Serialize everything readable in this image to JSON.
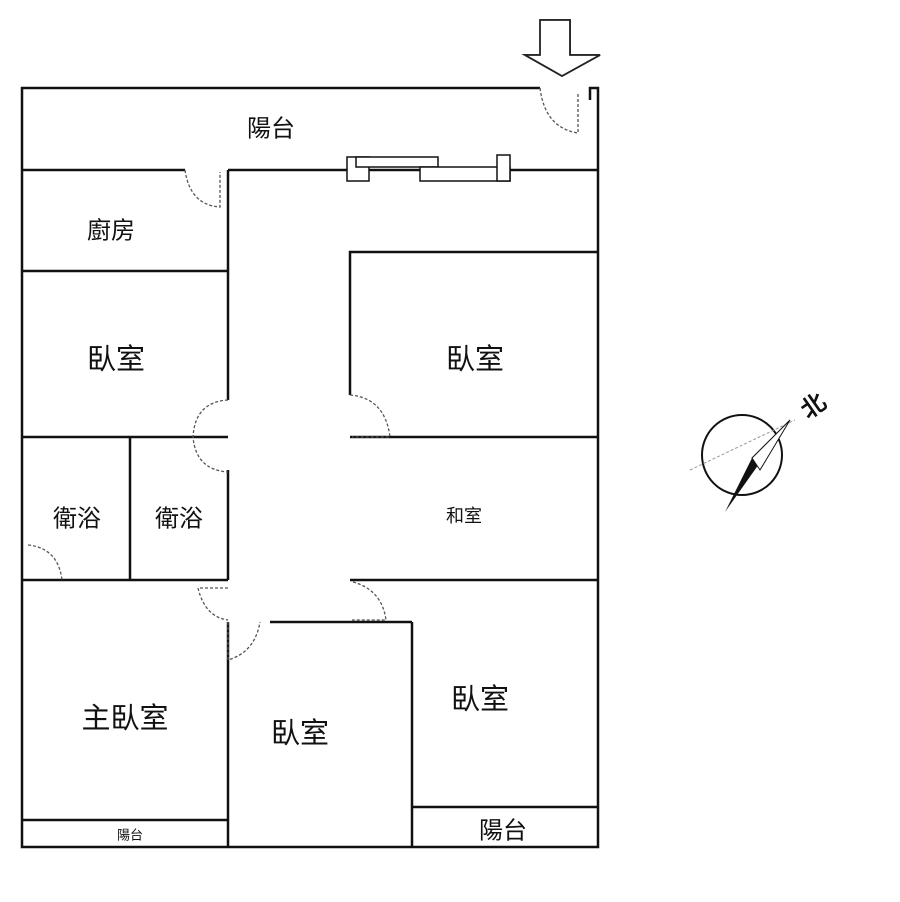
{
  "rooms": {
    "balcony_top": "陽台",
    "kitchen": "廚房",
    "bedroom_left": "臥室",
    "bedroom_right_top": "臥室",
    "bath_1": "衛浴",
    "bath_2": "衛浴",
    "tatami_room": "和室",
    "master_bedroom": "主臥室",
    "bedroom_middle": "臥室",
    "bedroom_right_bottom": "臥室",
    "balcony_bottom_left": "陽台",
    "balcony_bottom_right": "陽台"
  },
  "compass": {
    "north_label": "北"
  },
  "icons": {
    "entrance": "entrance-arrow-icon",
    "compass": "compass-icon"
  }
}
